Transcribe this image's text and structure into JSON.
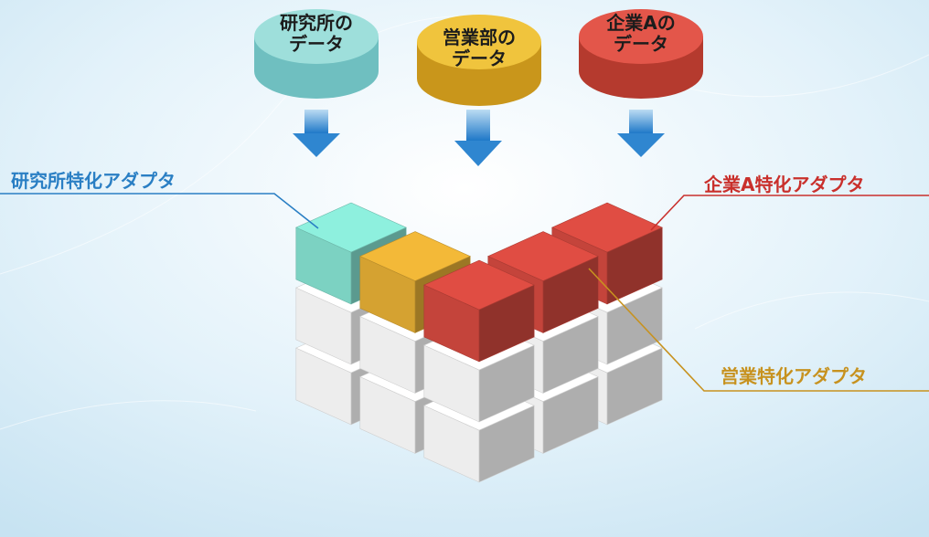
{
  "sources": [
    {
      "line1": "研究所の",
      "line2": "データ",
      "color": "#8fd6d4"
    },
    {
      "line1": "営業部の",
      "line2": "データ",
      "color": "#ecbf3a"
    },
    {
      "line1": "企業Aの",
      "line2": "データ",
      "color": "#e2513e"
    }
  ],
  "adapters": {
    "research": {
      "label": "研究所特化アダプタ",
      "color": "#2a7fc4"
    },
    "company": {
      "label": "企業A特化アダプタ",
      "color": "#c9302c"
    },
    "sales": {
      "label": "営業特化アダプタ",
      "color": "#c7921f"
    }
  },
  "colors": {
    "background": "#dff0f9",
    "arrow": "#2f86d0",
    "cube_white": "#f2f2f2",
    "cube_teal": "#7fd6c6",
    "cube_gold": "#d9a532",
    "cube_red": "#c8453c"
  }
}
